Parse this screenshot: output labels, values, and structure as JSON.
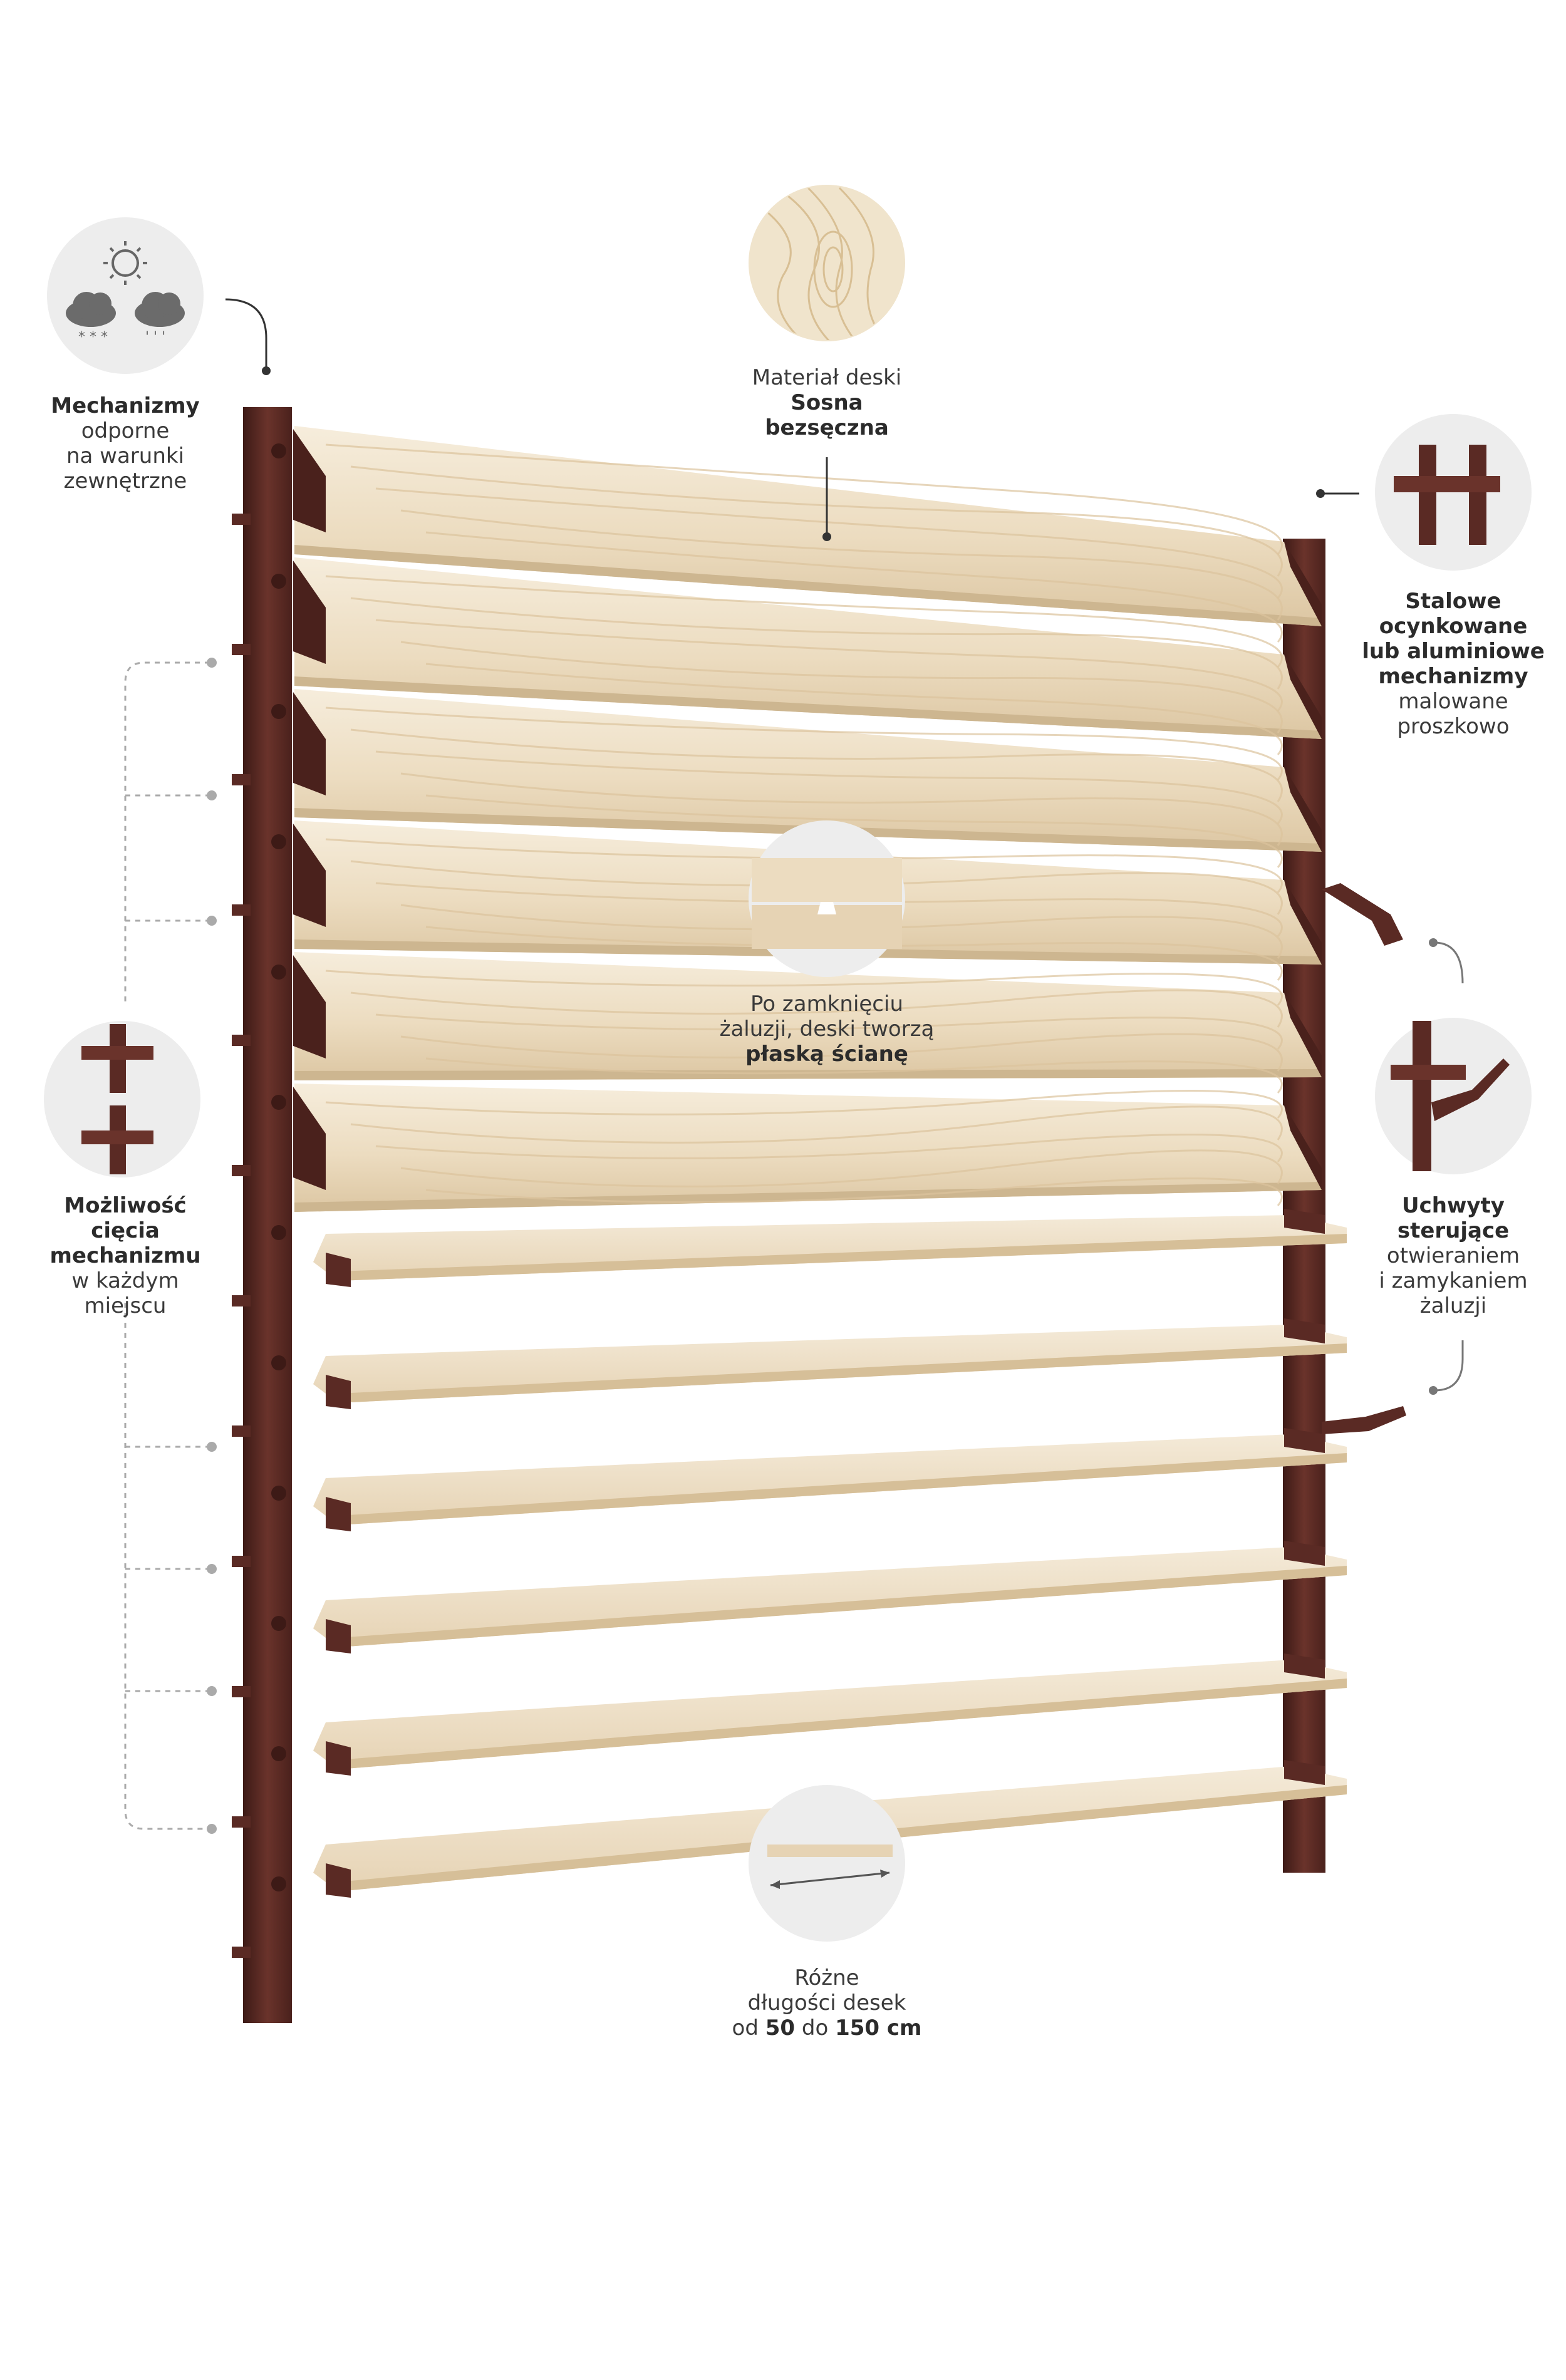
{
  "colors": {
    "frame": "#5a2a24",
    "frame_shadow": "#3d1a16",
    "wood_light": "#f1e6d2",
    "wood_mid": "#e8d6b8",
    "wood_grain": "#d9c09a",
    "circle_bg": "#eeeeee",
    "dots": "#9a9a9a",
    "text": "#3a3a3a"
  },
  "callouts": {
    "weather": {
      "icons": [
        "sun-icon",
        "snow-cloud-icon",
        "rain-cloud-icon"
      ],
      "lines": [
        {
          "text": "Mechanizmy",
          "bold": true
        },
        {
          "text": "odporne",
          "bold": false
        },
        {
          "text": "na warunki",
          "bold": false
        },
        {
          "text": "zewnętrzne",
          "bold": false
        }
      ]
    },
    "material": {
      "icon": "wood-texture-icon",
      "lines": [
        {
          "text": "Materiał deski",
          "bold": false
        },
        {
          "text": "Sosna",
          "bold": true
        },
        {
          "text": "bezsęczna",
          "bold": true
        }
      ]
    },
    "steel": {
      "icon": "brackets-icon",
      "lines": [
        {
          "text": "Stalowe",
          "bold": true
        },
        {
          "text": "ocynkowane",
          "bold": true
        },
        {
          "text": "lub aluminiowe",
          "bold": true
        },
        {
          "text": "mechanizmy",
          "bold": true
        },
        {
          "text": "malowane",
          "bold": false
        },
        {
          "text": "proszkowo",
          "bold": false
        }
      ]
    },
    "flat_wall": {
      "icon": "board-joint-icon",
      "lines": [
        {
          "text": "Po zamknięciu",
          "bold": false
        },
        {
          "text": "żaluzji, deski tworzą",
          "bold": false
        },
        {
          "text": "płaską ścianę",
          "bold": true
        }
      ]
    },
    "cutting": {
      "icon": "cut-mechanism-icon",
      "lines": [
        {
          "text": "Możliwość",
          "bold": true
        },
        {
          "text": "cięcia",
          "bold": true
        },
        {
          "text": "mechanizmu",
          "bold": true
        },
        {
          "text": "w każdym",
          "bold": false
        },
        {
          "text": "miejscu",
          "bold": false
        }
      ]
    },
    "handles": {
      "icon": "handle-icon",
      "lines": [
        {
          "text": "Uchwyty",
          "bold": true
        },
        {
          "text": "sterujące",
          "bold": true
        },
        {
          "text": "otwieraniem",
          "bold": false
        },
        {
          "text": "i zamykaniem",
          "bold": false
        },
        {
          "text": "żaluzji",
          "bold": false
        }
      ]
    },
    "lengths": {
      "icon": "board-length-icon",
      "line1": "Różne",
      "line2": "długości desek",
      "line3_prefix": "od ",
      "line3_a": "50",
      "line3_mid": " do ",
      "line3_b": "150 cm"
    }
  }
}
